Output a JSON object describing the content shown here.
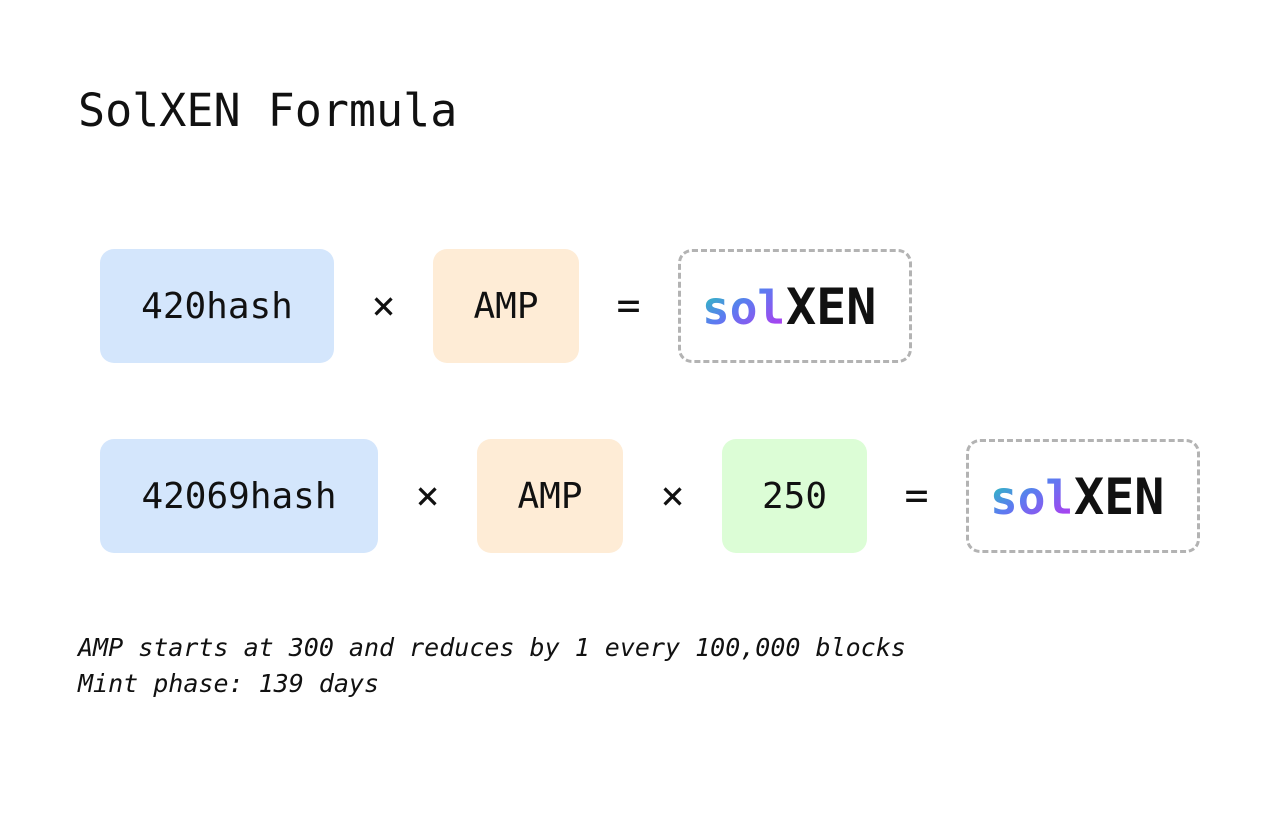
{
  "title": "SolXEN Formula",
  "formula_1": {
    "hash_term": "420hash",
    "op_1": "×",
    "amp_term": "AMP",
    "equals": "=",
    "result_logo": "solXEN"
  },
  "formula_2": {
    "hash_term": "42069hash",
    "op_1": "×",
    "amp_term": "AMP",
    "op_2": "×",
    "multiplier_term": "250",
    "equals": "=",
    "result_logo": "solXEN"
  },
  "notes": {
    "line_1": "AMP starts at 300 and reduces by 1 every 100,000 blocks",
    "line_2": "Mint phase: 139 days"
  },
  "colors": {
    "hash_tile": "#d4e6fc",
    "amp_tile": "#feecd6",
    "multiplier_tile": "#dcfdd6",
    "result_border": "#b3b3b3",
    "logo_gradient_start": "#19d9a8",
    "logo_gradient_mid": "#5b7cf0",
    "logo_gradient_end": "#c12ff0",
    "logo_xen": "#111111"
  }
}
